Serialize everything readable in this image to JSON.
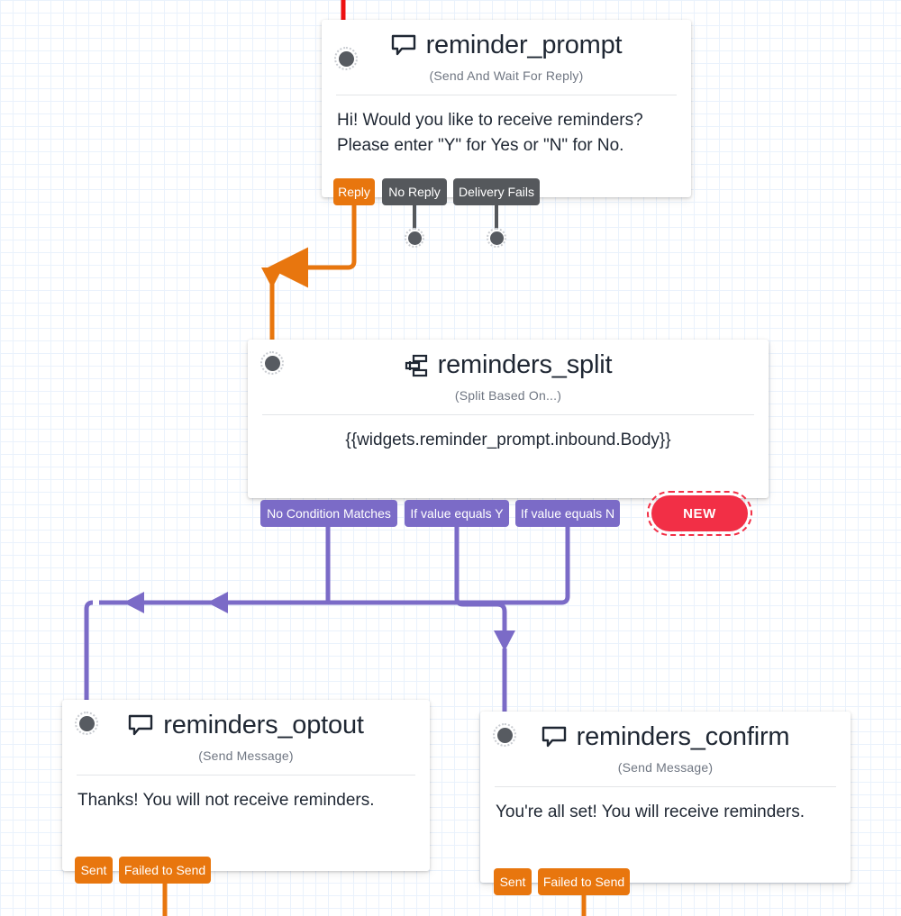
{
  "canvas": {
    "background_color": "#ffffff",
    "grid_color": "#dce9fa"
  },
  "colors": {
    "orange": "#e8760e",
    "gray": "#55585c",
    "purple": "#7b6bc7",
    "red": "#f22f46",
    "text": "#1f2733",
    "subtext": "#6f7682"
  },
  "widgets": [
    {
      "id": "reminder_prompt",
      "icon": "chat-bubble-icon",
      "title": "reminder_prompt",
      "subtitle": "(Send And Wait For Reply)",
      "body": "Hi! Would you like to receive reminders? Please enter \"Y\" for Yes or \"N\" for No.",
      "transitions": [
        {
          "label": "Reply",
          "color": "orange"
        },
        {
          "label": "No Reply",
          "color": "gray"
        },
        {
          "label": "Delivery Fails",
          "color": "gray"
        }
      ]
    },
    {
      "id": "reminders_split",
      "icon": "split-icon",
      "title": "reminders_split",
      "subtitle": "(Split Based On...)",
      "body": "{{widgets.reminder_prompt.inbound.Body}}",
      "transitions": [
        {
          "label": "No Condition Matches",
          "color": "purple"
        },
        {
          "label": "If value equals Y",
          "color": "purple"
        },
        {
          "label": "If value equals N",
          "color": "purple"
        },
        {
          "label": "NEW",
          "color": "red"
        }
      ]
    },
    {
      "id": "reminders_optout",
      "icon": "chat-bubble-icon",
      "title": "reminders_optout",
      "subtitle": "(Send Message)",
      "body": "Thanks! You will not receive reminders.",
      "transitions": [
        {
          "label": "Sent",
          "color": "orange"
        },
        {
          "label": "Failed to Send",
          "color": "orange"
        }
      ]
    },
    {
      "id": "reminders_confirm",
      "icon": "chat-bubble-icon",
      "title": "reminders_confirm",
      "subtitle": "(Send Message)",
      "body": "You're all set! You will receive reminders.",
      "transitions": [
        {
          "label": "Sent",
          "color": "orange"
        },
        {
          "label": "Failed to Send",
          "color": "orange"
        }
      ]
    }
  ],
  "new_button": {
    "label": "NEW"
  }
}
